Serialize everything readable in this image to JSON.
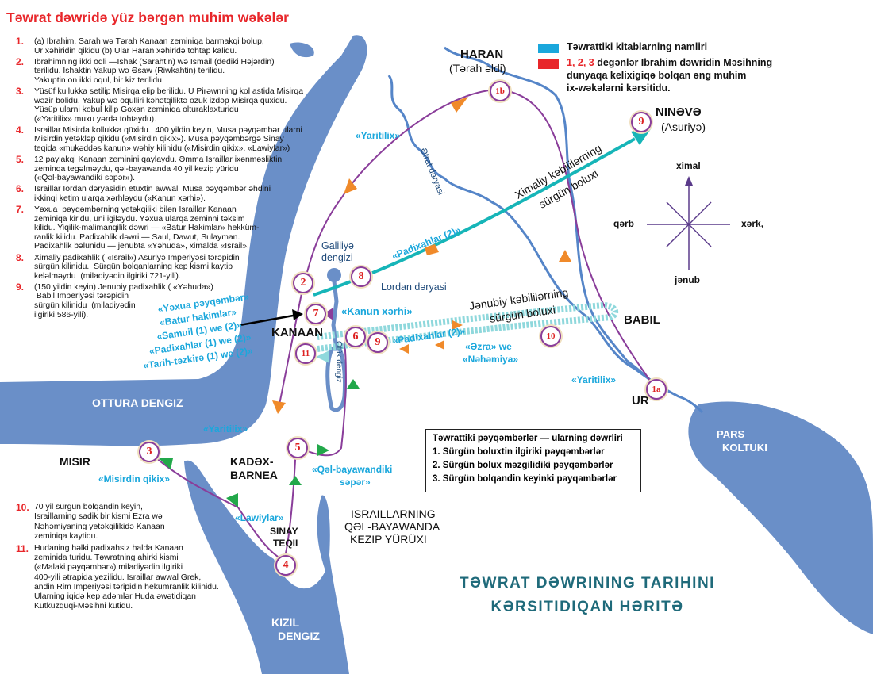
{
  "title": "Təwrat dəwridə yüz bərgən muhim wəkələr",
  "events": [
    {
      "num": "1.",
      "text": "(a) Ibrahim, Sarah wə Tərah Kanaan zeminiqa barmakqi bolup,\nUr xəhiridin qikidu (b) Ular Haran xəhiridə tohtap kalidu."
    },
    {
      "num": "2.",
      "text": "Ibrahimning ikki oqli —Ishak (Sarahtin) wə Ismail (dediki Həjərdin)\nterilidu. Ishaktin Yakup wə Əsaw (Riwkahtin) terilidu.\nYakuptin on ikki oqul, bir kiz terilidu."
    },
    {
      "num": "3.",
      "text": "Yüsüf kullukka setilip Misirqa elip berilidu. U Pirəwnning kol astida Misirqa\nwəzir bolidu. Yakup wə oqulliri kəhətqiliktə ozuk izdəp Misirqa qüxidu.\nYüsüp ularni kobul kilip Goxən zeminiqa olturaklaxturidu\n(«Yaritilix» muxu yərdə tohtaydu)."
    },
    {
      "num": "4.",
      "text": "Israillar Misirda kollukka qüxidu.  400 yildin keyin, Musa pəyqəmbər ularni\nMisirdin yetəkləp qikidu («Misirdin qikix»). Musa pəyqəmbərgə Sinay\nteqida «mukəddəs kanun» wəhiy kilinidu («Misirdin qikix», «Lawiylar»)"
    },
    {
      "num": "5.",
      "text": "12 paylakqi Kanaan zeminini qaylaydu. Əmma Israillar ixənməsliktin\nzeminqa tegəlməydu, qəl-bayawanda 40 yil kezip yüridu\n(«Qəl-bayawandiki səpər»)."
    },
    {
      "num": "6.",
      "text": "Israillar Iordan dəryasidin etüxtin awwal  Musa pəyqəmbər əhdini\nikkinqi ketim ularqa xərhləydu («Kanun xərhi»)."
    },
    {
      "num": "7.",
      "text": "Yəxua  pəyqəmbərning yetəkqiliki bilən Israillar Kanaan\nzeminiqa kiridu, uni igiləydu. Yəxua ularqa zeminni təksim\nkilidu. Yiqilik-malimanqilik dəwri — «Batur Hakimlar» hekküm-\nranlik kilidu. Padixahlik dəwri — Saul, Dawut, Sulayman.\nPadixahlik bəlünidu — jenubta «Yəhuda», ximalda «Israil»."
    },
    {
      "num": "8.",
      "text": "Ximaliy padixahlik ( «Israil») Asuriyə Imperiyəsi tərəpidin\nsürgün kilinidu.  Sürgün bolqanlarning kep kismi kaytip\nkeləlməydu  (miladiyədin ilgiriki 721-yili)."
    },
    {
      "num": "9.",
      "text": "(150 yildin keyin) Jenubiy padixahlik ( «Yəhuda»)\n Babil Imperiyəsi tərəpidin\nsürgün kilinidu  (miladiyədin\nilgiriki 586-yili)."
    }
  ],
  "events_later": [
    {
      "num": "10.",
      "text": "70 yil sürgün bolqandin keyin,\nIsraillarning sadik bir kismi Ezra wə\nNəhəmiyaning yetəkqilikidə Kanaan\nzeminiqa kaytidu."
    },
    {
      "num": "11.",
      "text": "Hudaning həlki padixahsiz halda Kanaan\nzeminida turidu. Təwratning ahirki kismi\n(«Malaki pəyqəmbər») miladiyədin ilgiriki\n400-yili ətrapida yezilidu. Israillar awwal Grek,\nandin Rim Imperiyəsi təripidin hekümranlik kilinidu.\nUlarning iqidə kep adəmlər Huda əwətidiqan\nKutkuzquqi-Məsihni kütidu."
    }
  ],
  "legend": {
    "books_label": "Təwrattiki kitablarning namliri",
    "numbers_prefix": "1, 2, 3",
    "numbers_label": " degənlər Ibrahim dəwridin Məsihning\ndunyaqa kelixigiqə bolqan əng muhim\nix-wəkələrni kərsitidu.",
    "books_color": "#1aa7dc",
    "numbers_color": "#e8262a"
  },
  "places": {
    "haran": "HARAN",
    "haran_sub": "(Tərah əldi)",
    "nineveh": "NINƏVƏ",
    "nineveh_sub": "(Asuriyə)",
    "babil": "BABIL",
    "ur": "UR",
    "misir": "MISIR",
    "kadesh1": "KADƏX-",
    "kadesh2": "BARNEA",
    "sinai1": "SINAY",
    "sinai2": "TEQII",
    "kanaan": "KANAAN",
    "wander1": "ISRAILLARNING",
    "wander2": "QƏL-BAYAWANDA",
    "wander3": "KEZIP YÜRÜXI",
    "mediterranean": "OTTURA DENGIZ",
    "red_sea1": "KIZIL",
    "red_sea2": "DENGIZ",
    "persian1": "PARS",
    "persian2": "KOLTUKI",
    "galilee1": "Galiliyə",
    "galilee2": "dengizi",
    "jordan": "Lordan dəryasi",
    "euphrates": "Əfrat dəryasi",
    "dead_sea": "Ölük dengiz",
    "north_exile1": "Ximaliy kəbililərning",
    "north_exile2": "sürgün boluxi",
    "south_exile1": "Jənubiy kəbililərning",
    "south_exile2": "sürgün boluxi"
  },
  "books": {
    "gen1": "«Yaritilix»",
    "gen2": "«Yaritilix»",
    "gen3": "«Yaritilix»",
    "kings_north": "«Padixahlar (2)»",
    "kings_south": "«Padixahlar (2)»",
    "deut": "«Kanun xərhi»",
    "ezra1": "«Əzra» we",
    "ezra2": "«Nəhəmiya»",
    "exodus": "«Misirdin qikix»",
    "levit": "«Lawiylar»",
    "numbers1": "«Qəl-bayawandiki",
    "numbers2": "səpər»",
    "list": [
      "«Yəxua pəyqəmbər»",
      "«Batur hakimlar»",
      "«Samuil (1) we (2)»",
      "«Padixahlar (1) we (2)»",
      "«Tarih-təzkirə (1) we (2)»"
    ]
  },
  "compass": {
    "north": "ximal",
    "south": "jənub",
    "west": "qərb",
    "east": "xərk,"
  },
  "prophets_box": {
    "title": "Təwrattiki pəyqəmbərlər — ularning dəwrliri",
    "items": [
      "1. Sürgün boluxtin ilgiriki pəyqəmbərlər",
      "2. Sürgün bolux məzgilidiki pəyqəmbərlər",
      "3. Sürgün bolqandin keyinki pəyqəmbərlər"
    ]
  },
  "map_title": {
    "line1": "TƏWRAT DƏWRINING TARIHINI",
    "line2": "KƏRSITIDIQAN HƏRITƏ"
  },
  "markers": [
    "1a",
    "1b",
    "2",
    "3",
    "4",
    "5",
    "6",
    "7",
    "8",
    "9",
    "9",
    "10",
    "11"
  ],
  "colors": {
    "water": "#6a8fc8",
    "route": "#8a3d9a",
    "teal": "#16b5b8",
    "orange": "#f08a2a",
    "green": "#22a84a"
  }
}
